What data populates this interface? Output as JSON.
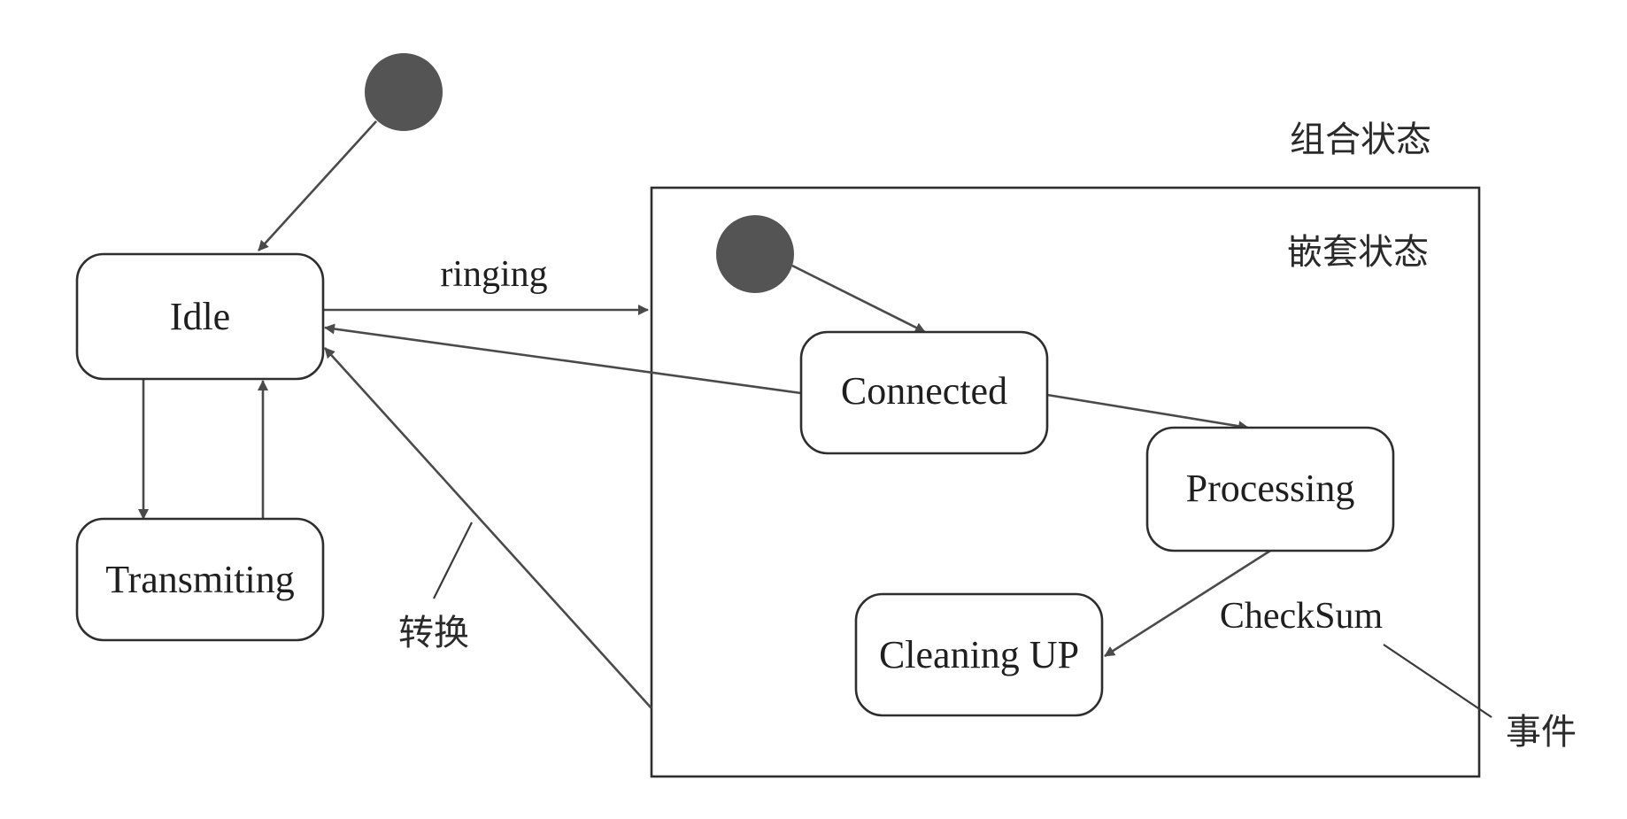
{
  "states": {
    "idle": "Idle",
    "transmiting": "Transmiting",
    "connected": "Connected",
    "processing": "Processing",
    "cleaning_up": "Cleaning UP"
  },
  "labels": {
    "ringing": "ringing",
    "checksum": "CheckSum",
    "composite_state": "组合状态",
    "nested_state": "嵌套状态",
    "transition": "转换",
    "event": "事件"
  },
  "colors": {
    "initial_node": "#545454",
    "stroke": "#2e2e2e",
    "background": "#ffffff"
  }
}
